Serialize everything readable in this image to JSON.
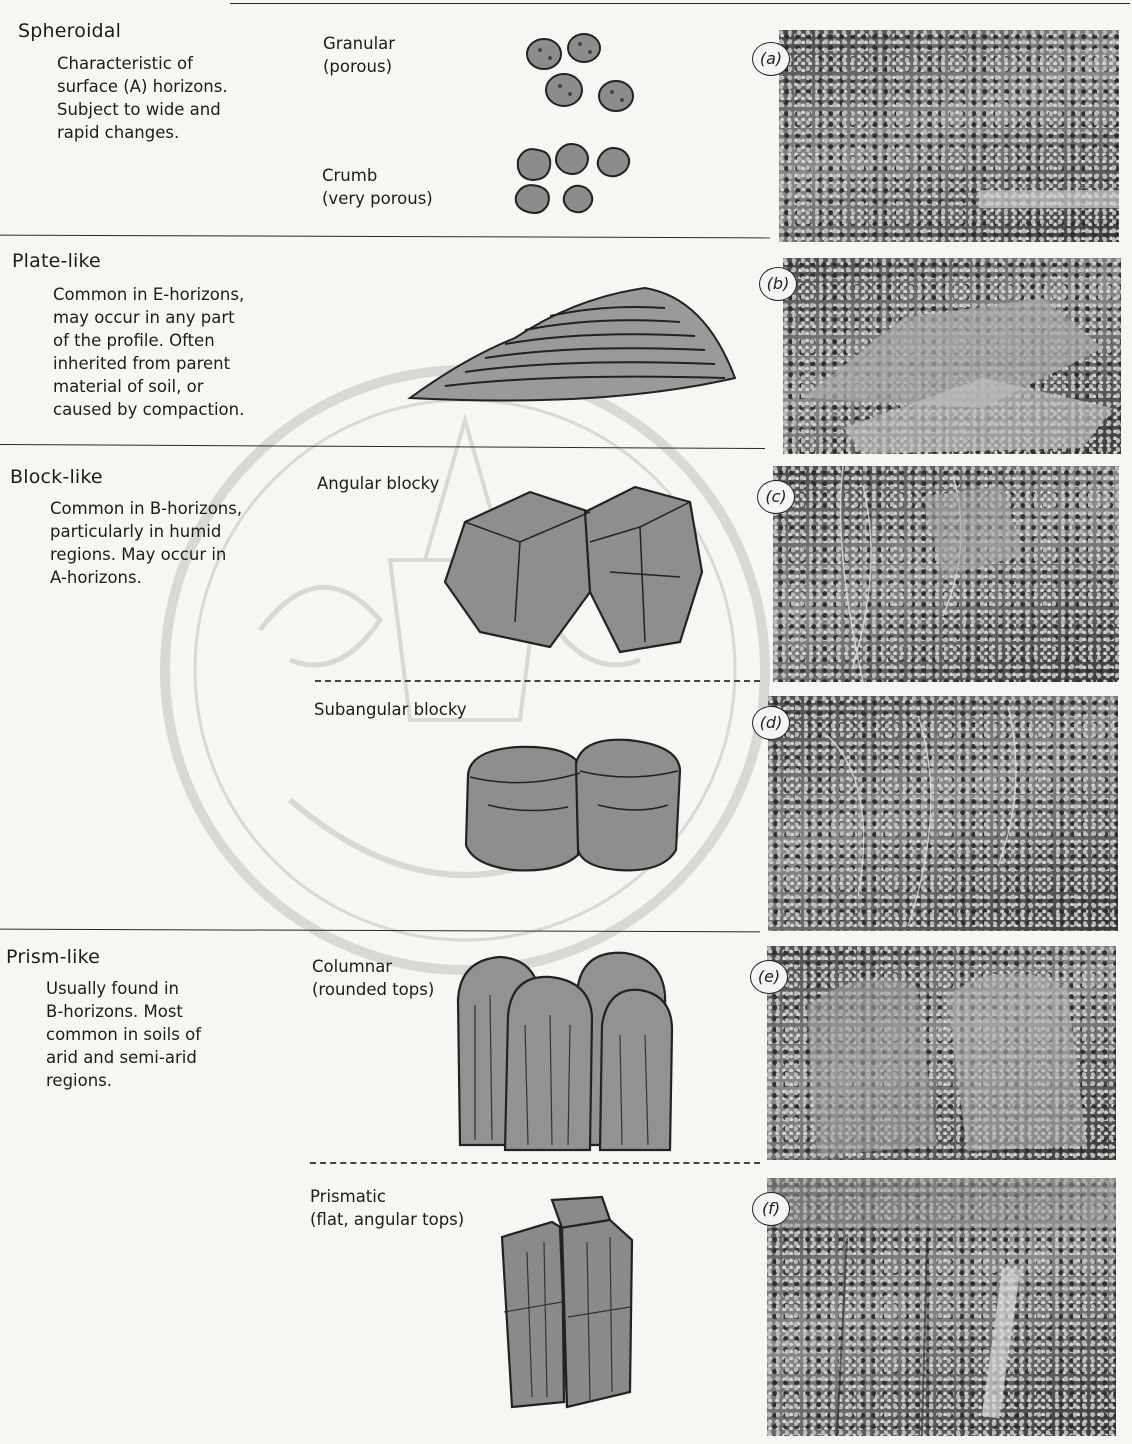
{
  "sections": [
    {
      "title": "Spheroidal",
      "description": [
        "Characteristic of",
        "surface (A) horizons.",
        "Subject to wide and",
        "rapid changes."
      ],
      "types": [
        {
          "name": "Granular",
          "detail": "(porous)",
          "photo_label": "(a)"
        },
        {
          "name": "Crumb",
          "detail": "(very porous)"
        }
      ]
    },
    {
      "title": "Plate-like",
      "description": [
        "Common in E-horizons,",
        "may occur in any part",
        "of the profile. Often",
        "inherited from parent",
        "material of soil, or",
        "caused by compaction."
      ],
      "photo_label": "(b)"
    },
    {
      "title": "Block-like",
      "description": [
        "Common in B-horizons,",
        "particularly in humid",
        "regions. May occur in",
        "A-horizons."
      ],
      "types": [
        {
          "name": "Angular blocky",
          "photo_label": "(c)"
        },
        {
          "name": "Subangular blocky",
          "photo_label": "(d)"
        }
      ]
    },
    {
      "title": "Prism-like",
      "description": [
        "Usually found in",
        "B-horizons. Most",
        "common in soils of",
        "arid and semi-arid",
        "regions."
      ],
      "types": [
        {
          "name": "Columnar",
          "detail": "(rounded tops)",
          "photo_label": "(e)"
        },
        {
          "name": "Prismatic",
          "detail": "(flat, angular tops)",
          "photo_label": "(f)"
        }
      ]
    }
  ]
}
